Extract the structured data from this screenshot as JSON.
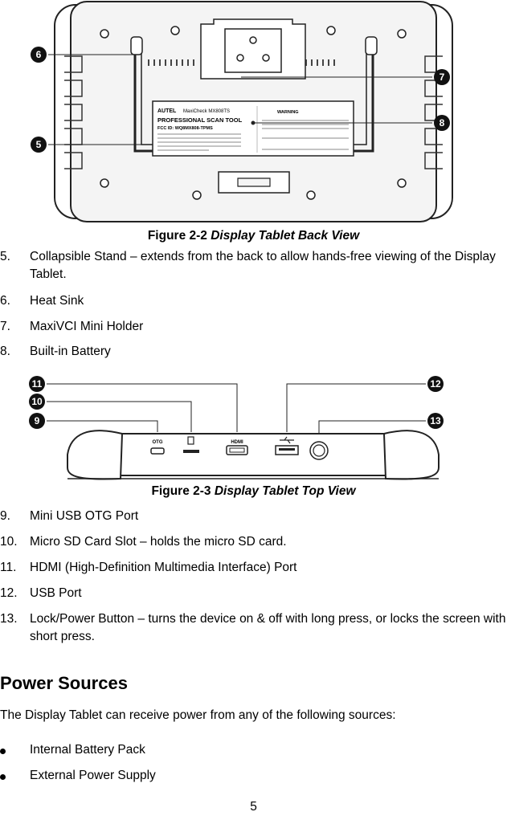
{
  "figures": {
    "back_view": {
      "caption_prefix": "Figure 2-2",
      "caption_title": "Display Tablet Back View",
      "callouts": [
        "6",
        "5",
        "7",
        "8"
      ],
      "label_brand": "AUTEL",
      "label_model": "MaxiCheck MX808TS",
      "label_product": "PROFESSIONAL SCAN TOOL",
      "label_fcc": "FCC ID: WQ8MX808-TPMS",
      "label_warning": "WARNING"
    },
    "top_view": {
      "caption_prefix": "Figure 2-3",
      "caption_title": "Display Tablet Top View",
      "callouts": [
        "11",
        "10",
        "9",
        "12",
        "13"
      ],
      "port_labels": [
        "OTG",
        "HDMI"
      ]
    }
  },
  "list_back": [
    {
      "num": "5.",
      "text": "Collapsible Stand – extends from the back to allow hands-free viewing of the Display Tablet."
    },
    {
      "num": "6.",
      "text": "Heat Sink"
    },
    {
      "num": "7.",
      "text": "MaxiVCI Mini Holder"
    },
    {
      "num": "8.",
      "text": "Built-in Battery"
    }
  ],
  "list_top": [
    {
      "num": "9.",
      "text": "Mini USB OTG Port"
    },
    {
      "num": "10.",
      "text": "Micro SD Card Slot – holds the micro SD card."
    },
    {
      "num": "11.",
      "text": "HDMI (High-Definition Multimedia Interface) Port"
    },
    {
      "num": "12.",
      "text": "USB Port"
    },
    {
      "num": "13.",
      "text": "Lock/Power Button – turns the device on & off with long press, or locks the screen with short press."
    }
  ],
  "section": {
    "heading": "Power Sources",
    "intro": "The Display Tablet can receive power from any of the following sources:",
    "bullets": [
      "Internal Battery Pack",
      "External Power Supply"
    ]
  },
  "page_number": "5"
}
